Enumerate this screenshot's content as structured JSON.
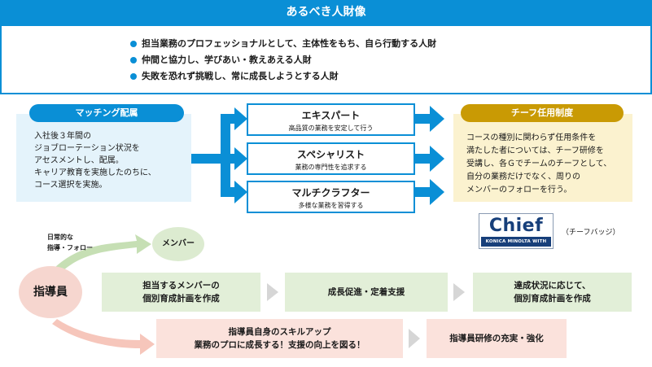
{
  "header": {
    "title": "あるべき人財像"
  },
  "ideal": {
    "items": [
      "担当業務のプロフェッショナルとして、主体性をもち、自ら行動する人財",
      "仲間と協力し、学びあい・教えあえる人財",
      "失敗を恐れず挑戦し、常に成長しようとする人財"
    ]
  },
  "matching": {
    "title": "マッチング配属",
    "lines": [
      "入社後３年間の",
      "ジョブローテーション状況を",
      "アセスメントし、配属。",
      "キャリア教育を実施したのちに、",
      "コース選択を実施。"
    ]
  },
  "courses": [
    {
      "title": "エキスパート",
      "desc": "高品質の業務を安定して行う"
    },
    {
      "title": "スペシャリスト",
      "desc": "業務の専門性を追求する"
    },
    {
      "title": "マルチクラフター",
      "desc": "多様な業務を習得する"
    }
  ],
  "chief": {
    "title": "チーフ任用制度",
    "lines": [
      "コースの種別に関わらず任用条件を",
      "満たした者については、チーフ研修を",
      "受講し、各Ｇでチームのチーフとして、",
      "自分の業務だけでなく、周りの",
      "メンバーのフォローを行う。"
    ],
    "badge_logo": "Chief",
    "badge_sub": "KONICA MINOLTA WITH YOU",
    "badge_caption": "（チーフバッジ）"
  },
  "mentor": {
    "label": "指導員",
    "daily_line1": "日常的な",
    "daily_line2": "指導・フォロー",
    "member": "メンバー",
    "steps": [
      {
        "line1": "担当するメンバーの",
        "line2": "個別育成計画を作成"
      },
      {
        "line1": "成長促進・定着支援",
        "line2": ""
      },
      {
        "line1": "達成状況に応じて、",
        "line2": "個別育成計画を作成"
      }
    ],
    "self_line1": "指導員自身のスキルアップ",
    "self_line2": "業務のプロに成長する！支援の向上を図る！",
    "training": "指導員研修の充実・強化"
  },
  "colors": {
    "blue": "#0a8fd6",
    "gold": "#c99a04",
    "green_light": "#e2efd8",
    "pink_light": "#fbe2dc"
  }
}
